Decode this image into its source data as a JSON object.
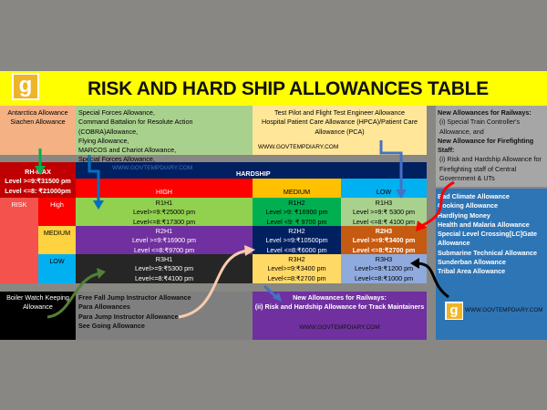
{
  "title": "RISK AND HARD SHIP ALLOWANCES TABLE",
  "logo_letter": "g",
  "website": "WWW.GOVTEMPDIARY.COM",
  "top": {
    "pink": [
      "Antarctica Allowance",
      "Siachen Allowance"
    ],
    "green": [
      "Special Forces Allowance,",
      "Command Battalion for Resolute Action (COBRA)Allowance,",
      "Flying Allowance,",
      "MARCOS and Chariot Allowance,",
      "Special Forces Allowance,"
    ],
    "yellow": [
      "Test Pilot and Flight Test Engineer Allowance",
      "Hospital Patient Care Allowance (HPCA)/Patient Care Allowance (PCA)"
    ],
    "gray": {
      "h1": "New Allowances for Railways:",
      "l1": "(i) Special Train Controller's Allowance, and",
      "h2": "New Allowance for Firefighting Staff:",
      "l2": "(i) Risk and Hardship Allowance for Firefighting staff of Central Government & UTs"
    }
  },
  "rhmax": {
    "label": "RH-MAX",
    "l1": "Level >=9:₹31500 pm",
    "l2": "Level <=8: ₹21000pm"
  },
  "hardship_label": "HARDSHIP",
  "risk_label": "RISK",
  "hardship_levels": [
    "HIGH",
    "MEDIUM",
    "LOW"
  ],
  "risk_levels": [
    "High",
    "MEDIUM",
    "LOW"
  ],
  "grid": [
    [
      {
        "code": "R1H1",
        "l1": "Level>=9:₹25000 pm",
        "l2": "Level<=8:₹17300 pm"
      },
      {
        "code": "R1H2",
        "l1": "Level >9: ₹16900 pm",
        "l2": "Level <9: ₹ 9700 pm"
      },
      {
        "code": "R1H3",
        "l1": "Level >=9:₹ 5300 pm",
        "l2": "Level <=8:₹ 4100 pm"
      }
    ],
    [
      {
        "code": "R2H1",
        "l1": "Level >=9:₹16900 pm",
        "l2": "Level <=8:₹9700 pm"
      },
      {
        "code": "R2H2",
        "l1": "Level >=9:₹10500pm",
        "l2": "Level <=8:₹6000 pm"
      },
      {
        "code": "R2H3",
        "l1": "Level >=9:₹3400 pm",
        "l2": "Level <=8:₹2700 pm"
      }
    ],
    [
      {
        "code": "R3H1",
        "l1": "Level>=9:₹5300 pm",
        "l2": "Level<=8:₹4100 pm"
      },
      {
        "code": "R3H2",
        "l1": "Level>=9:₹3400 pm",
        "l2": "Level<=8:₹2700 pm"
      },
      {
        "code": "R3H3",
        "l1": "Level>=9:₹1200 pm",
        "l2": "Level<=8:₹1000 pm"
      }
    ]
  ],
  "blue_list": [
    "Bad Climate Allowance",
    "Cooking Allowance",
    "Hardlying Money",
    "Health and Malaria Allowance",
    "Special Level Crossing[LC]Gate Allowance",
    "Submarine Technical Allowance",
    "Sunderban Allowance",
    "Tribal Area Allowance"
  ],
  "bottom": {
    "black": "Boiler Watch Keeping Allowance",
    "gray": [
      "Free Fall Jump Instructor Allowance",
      "Para Allowances",
      "Para Jump Instructor Allowance",
      "See Going Allowance"
    ],
    "purple": {
      "h": "New Allowances for Railways:",
      "l": "(ii) Risk and Hardship Allowance for Track Maintainers"
    }
  }
}
